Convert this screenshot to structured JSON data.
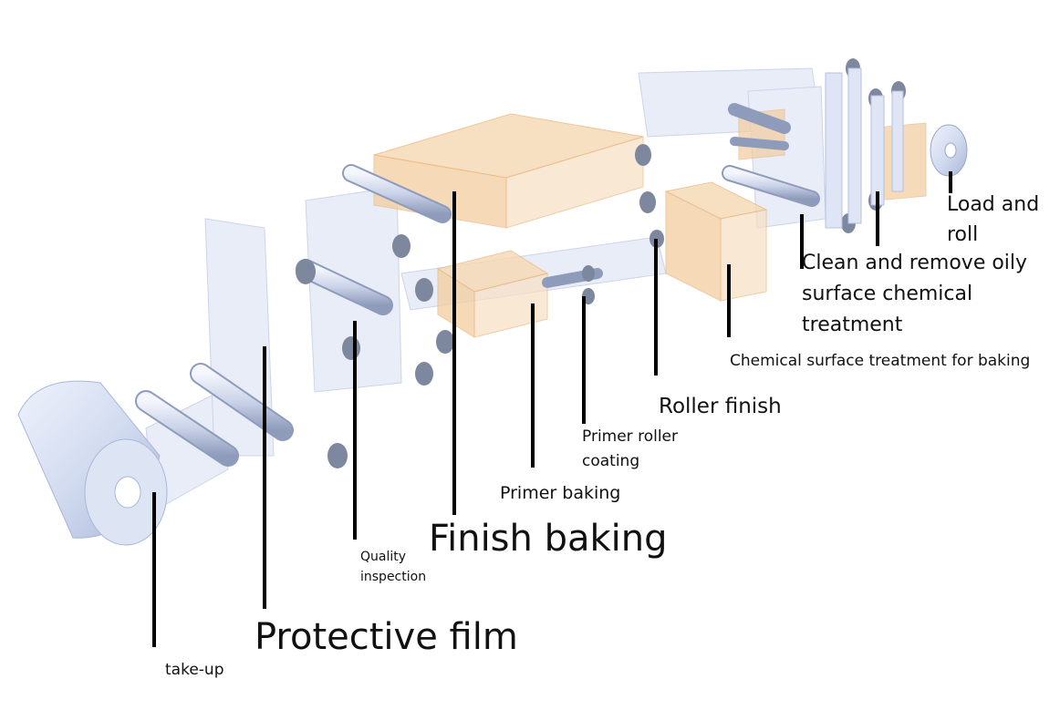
{
  "diagram": {
    "labels": {
      "load_and_roll": [
        "Load and",
        "roll"
      ],
      "clean_and_remove": [
        "Clean and remove oily",
        "surface chemical",
        "treatment"
      ],
      "chemical_surface_treatment": "Chemical surface treatment for baking",
      "roller_finish": "Roller finish",
      "primer_roller_coating": [
        "Primer roller",
        "coating"
      ],
      "primer_baking": "Primer baking",
      "finish_baking": "Finish baking",
      "quality_inspection": [
        "Quality",
        "inspection"
      ],
      "protective_film": "Protective film",
      "take_up": "take-up"
    },
    "colors": {
      "roller_body": "#d3dcf0",
      "roller_shade": "#a9b7d8",
      "web_film": "#e6ebf7",
      "oven_fill": "#f6d9b3",
      "oven_edge": "#e9b982",
      "leader_line": "#000000"
    }
  }
}
